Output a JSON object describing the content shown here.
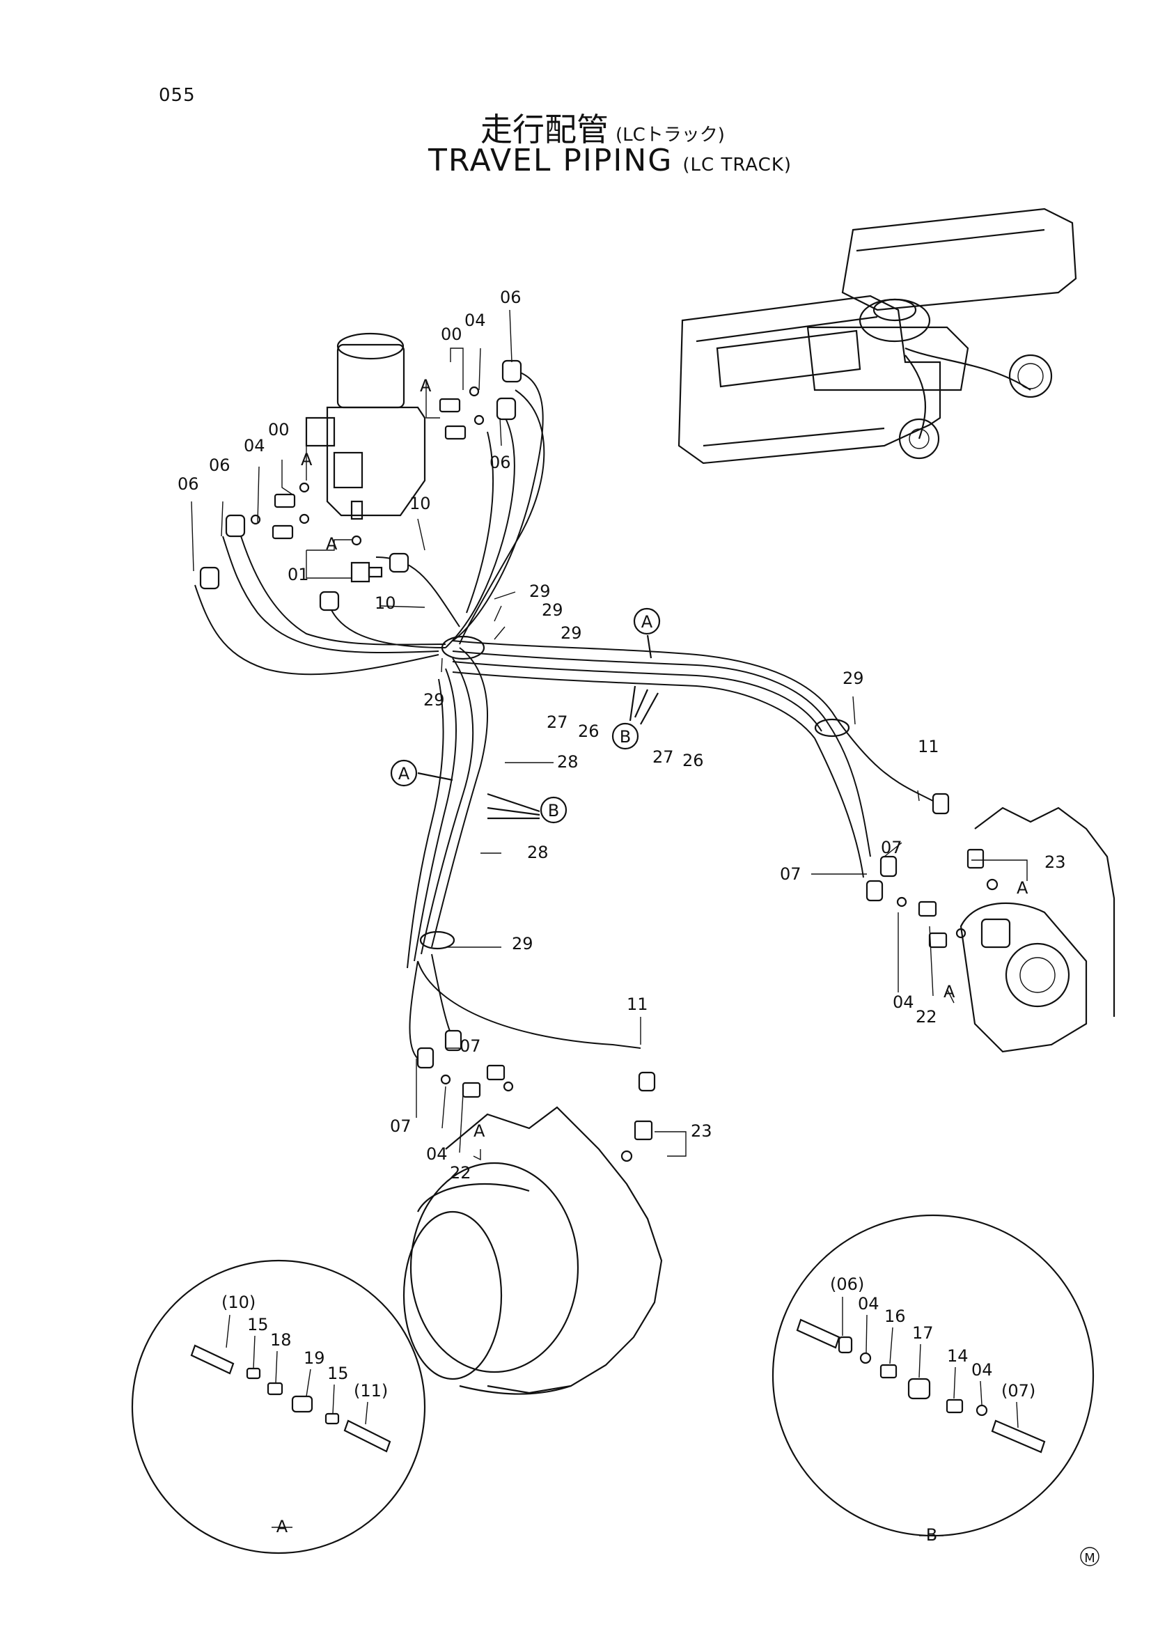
{
  "page_number": "055",
  "title_jp": "走行配管",
  "title_jp_sub": "(LCトラック)",
  "title_en": "TRAVEL PIPING",
  "title_en_sub": "(LC TRACK)",
  "callouts": {
    "c00a": "00",
    "c00b": "00",
    "c04a": "04",
    "c04b": "04",
    "c04c": "04",
    "c04d": "04",
    "c06a": "06",
    "c06b": "06",
    "c06c": "06",
    "c06d": "06",
    "c01": "01",
    "c10a": "10",
    "c10b": "10",
    "c29a": "29",
    "c29b": "29",
    "c29c": "29",
    "c29d": "29",
    "c29e": "29",
    "c29f": "29",
    "c27a": "27",
    "c27b": "27",
    "c26a": "26",
    "c26b": "26",
    "c28a": "28",
    "c28b": "28",
    "c11a": "11",
    "c11b": "11",
    "c07a": "07",
    "c07b": "07",
    "c07c": "07",
    "c07d": "07",
    "c23a": "23",
    "c23b": "23",
    "c22a": "22",
    "c22b": "22",
    "cAa": "A",
    "cAb": "A",
    "cAc": "A",
    "cAd": "A",
    "cAe": "A",
    "cAf": "A"
  },
  "circle_labels": {
    "A1": "A",
    "A2": "A",
    "B1": "B",
    "B2": "B"
  },
  "detail_a": {
    "label": "A",
    "parts": [
      "(10)",
      "15",
      "18",
      "19",
      "15",
      "(11)"
    ]
  },
  "detail_b": {
    "label": "B",
    "parts": [
      "(06)",
      "04",
      "16",
      "17",
      "14",
      "04",
      "(07)"
    ]
  },
  "corner_mark": "M"
}
